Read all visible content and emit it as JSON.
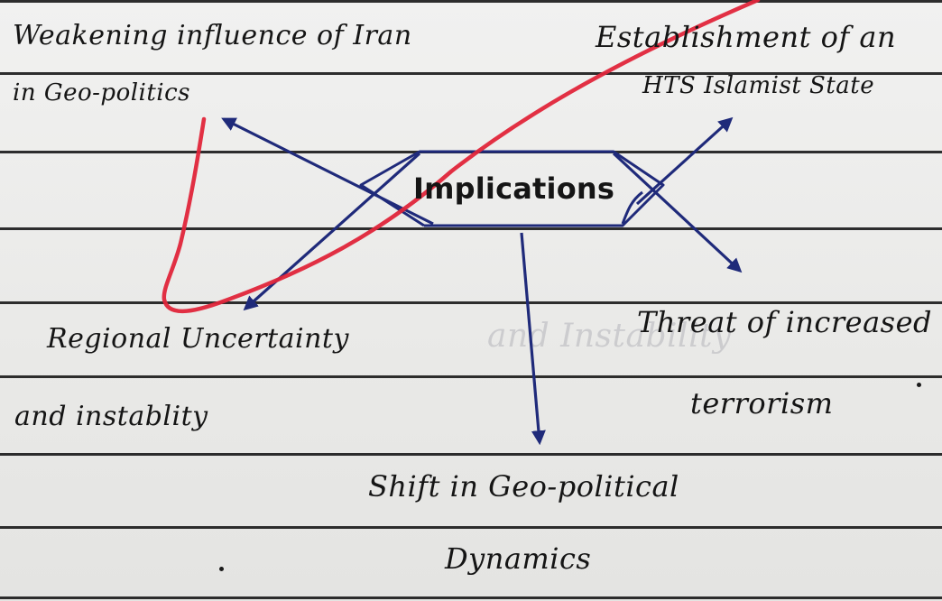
{
  "center": {
    "label": "Implications"
  },
  "nodes": {
    "top_left": {
      "line1": "Weakening influence of Iran",
      "line2": "in Geo-politics"
    },
    "top_right": {
      "line1": "Establishment of an",
      "line2": "HTS Islamist State"
    },
    "bottom_left": {
      "line1": "Regional Uncertainty",
      "line2": "and instablity"
    },
    "bottom_right": {
      "line1": "Threat of increased",
      "line2": "terrorism"
    },
    "bottom_center": {
      "line1": "Shift in Geo-political",
      "line2": "Dynamics"
    }
  },
  "ghost_text": "and Instability",
  "colors": {
    "ink": "#151515",
    "arrow": "#1f2a7a",
    "annotation": "#e0253a",
    "paper": "#ebebea",
    "rule": "#1c1c1c"
  }
}
